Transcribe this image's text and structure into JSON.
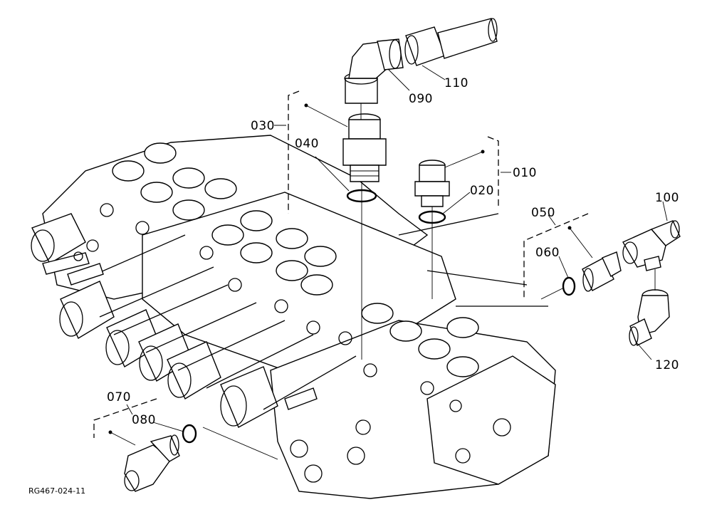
{
  "callouts": {
    "c010": "010",
    "c020": "020",
    "c030": "030",
    "c040": "040",
    "c050": "050",
    "c060": "060",
    "c070": "070",
    "c080": "080",
    "c090": "090",
    "c100": "100",
    "c110": "110",
    "c120": "120"
  },
  "reference_code": "RG467-024-11"
}
